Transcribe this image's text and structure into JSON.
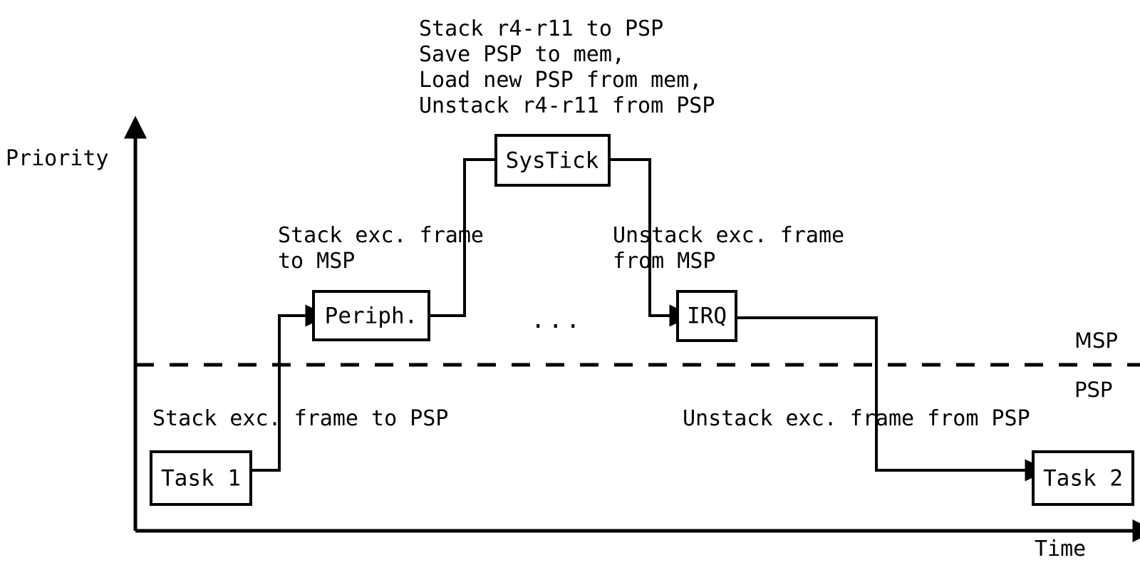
{
  "figure": {
    "title_annotation": {
      "lines": [
        "Stack r4-r11 to PSP",
        "Save PSP to mem,",
        "Load new PSP from mem,",
        "Unstack r4-r11 from PSP"
      ]
    },
    "axes": {
      "y_label": "Priority",
      "x_label": "Time"
    },
    "stack_regions": {
      "upper_label": "MSP",
      "lower_label": "PSP"
    },
    "nodes": [
      {
        "id": "task1",
        "label": "Task 1"
      },
      {
        "id": "periph",
        "label": "Periph."
      },
      {
        "id": "systick",
        "label": "SysTick"
      },
      {
        "id": "irq",
        "label": "IRQ"
      },
      {
        "id": "task2",
        "label": "Task 2"
      }
    ],
    "ellipsis": "...",
    "annotations": [
      {
        "id": "stack-msp",
        "lines": [
          "Stack exc. frame",
          "to MSP"
        ]
      },
      {
        "id": "unstack-msp",
        "lines": [
          "Unstack exc. frame",
          "from MSP"
        ]
      },
      {
        "id": "stack-psp",
        "lines": [
          "Stack exc. frame to PSP"
        ]
      },
      {
        "id": "unstack-psp",
        "lines": [
          "Unstack exc. frame from PSP"
        ]
      }
    ],
    "colors": {
      "ink": "#000000",
      "background": "#ffffff"
    }
  }
}
